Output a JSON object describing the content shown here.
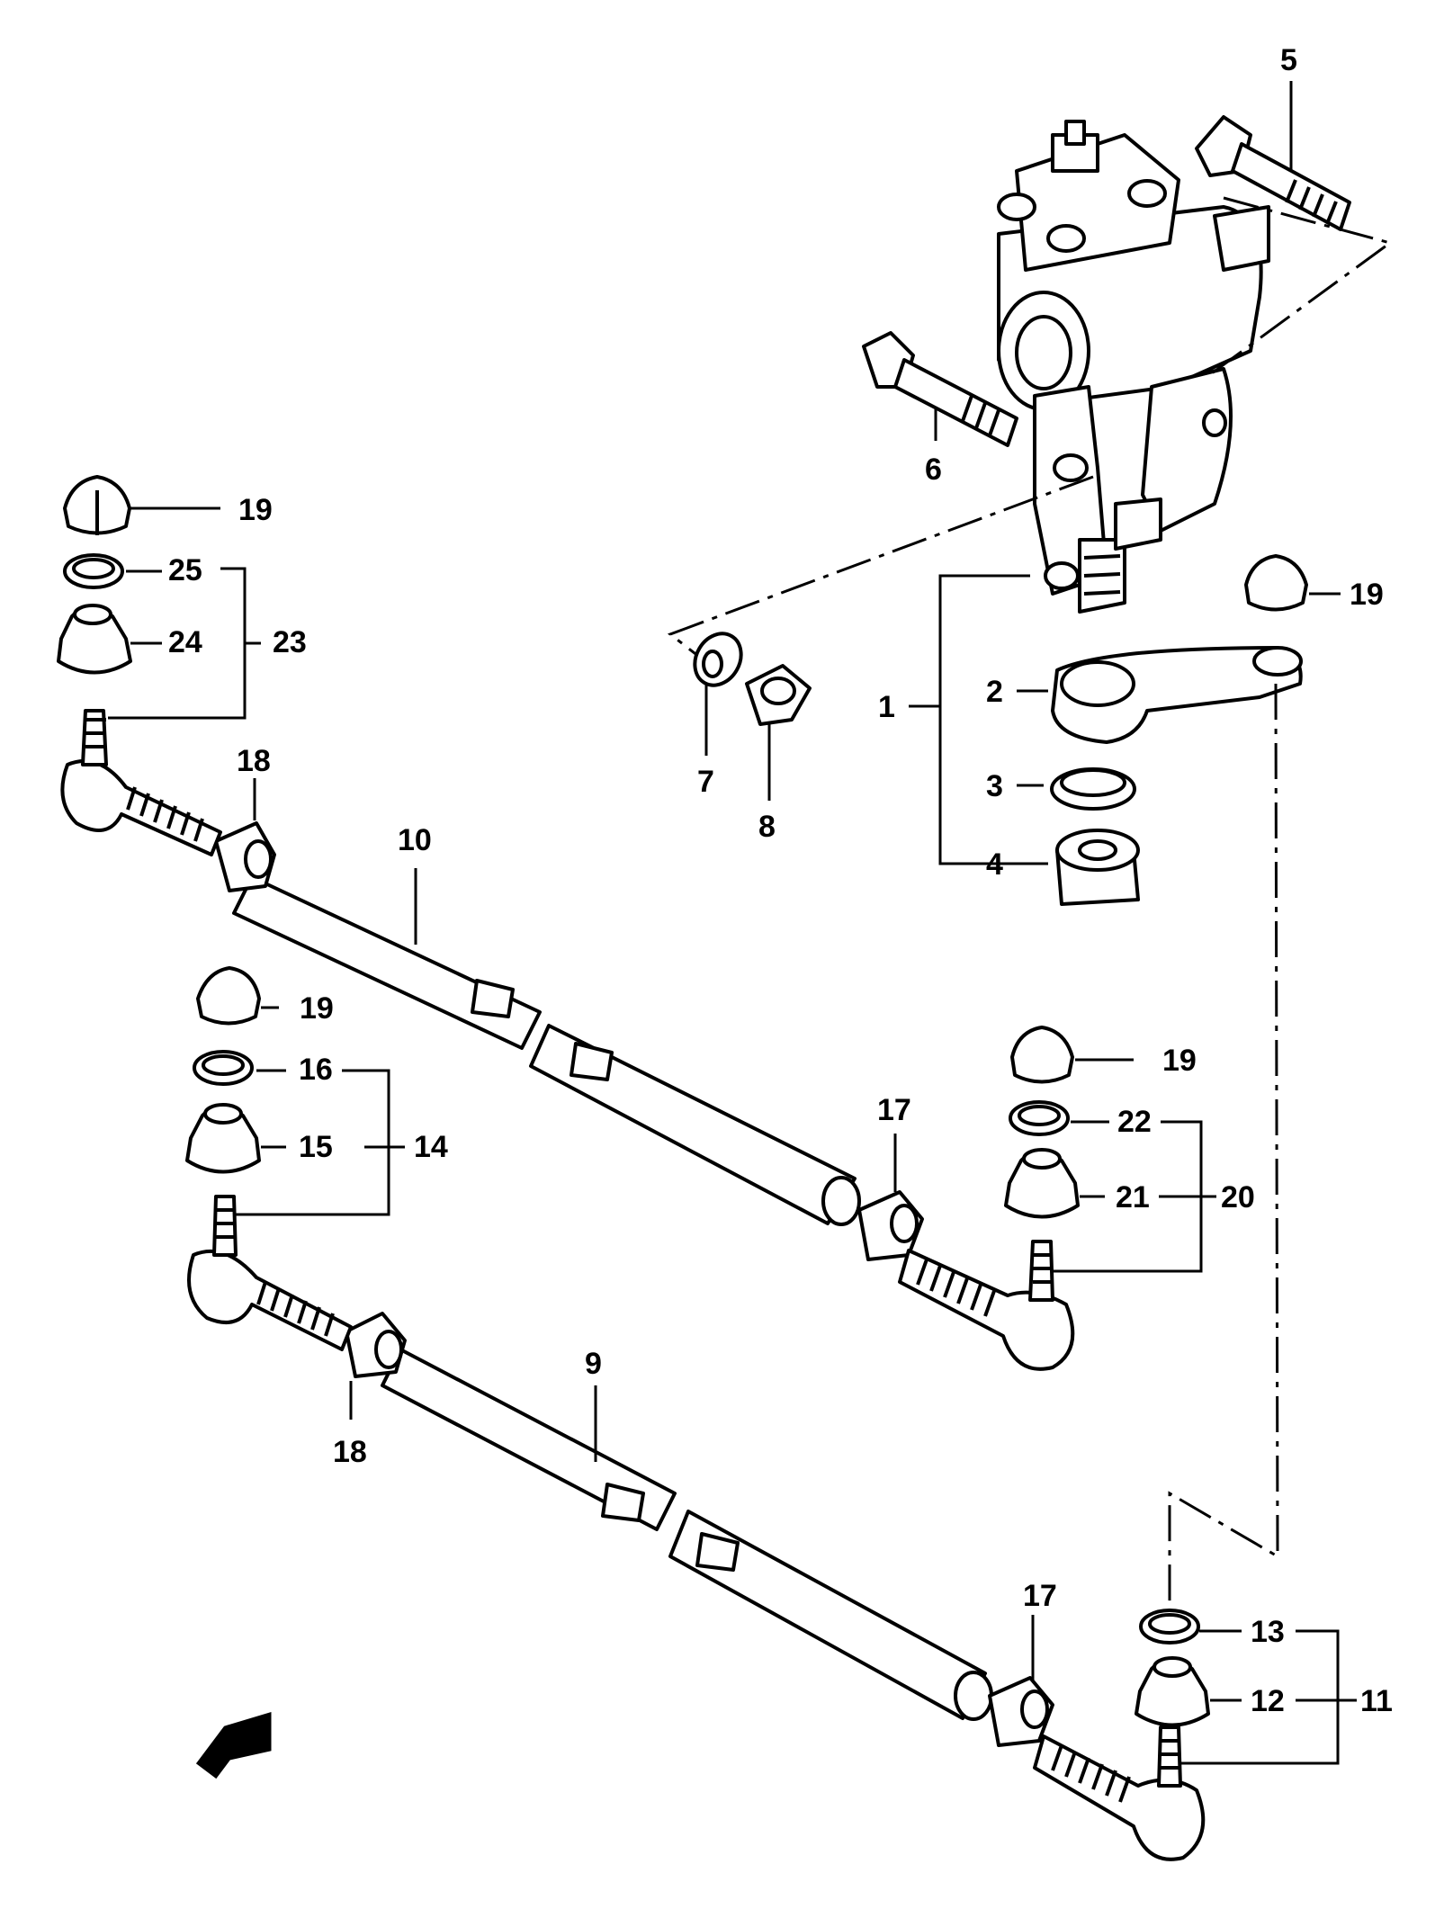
{
  "callouts": {
    "c1": "1",
    "c2": "2",
    "c3": "3",
    "c4": "4",
    "c5": "5",
    "c6": "6",
    "c7": "7",
    "c8": "8",
    "c9": "9",
    "c10": "10",
    "c11": "11",
    "c12": "12",
    "c13": "13",
    "c14": "14",
    "c15": "15",
    "c16": "16",
    "c17a": "17",
    "c17b": "17",
    "c18a": "18",
    "c18b": "18",
    "c19a": "19",
    "c19b": "19",
    "c19c": "19",
    "c19d": "19",
    "c20": "20",
    "c21": "21",
    "c22": "22",
    "c23": "23",
    "c24": "24",
    "c25": "25"
  }
}
